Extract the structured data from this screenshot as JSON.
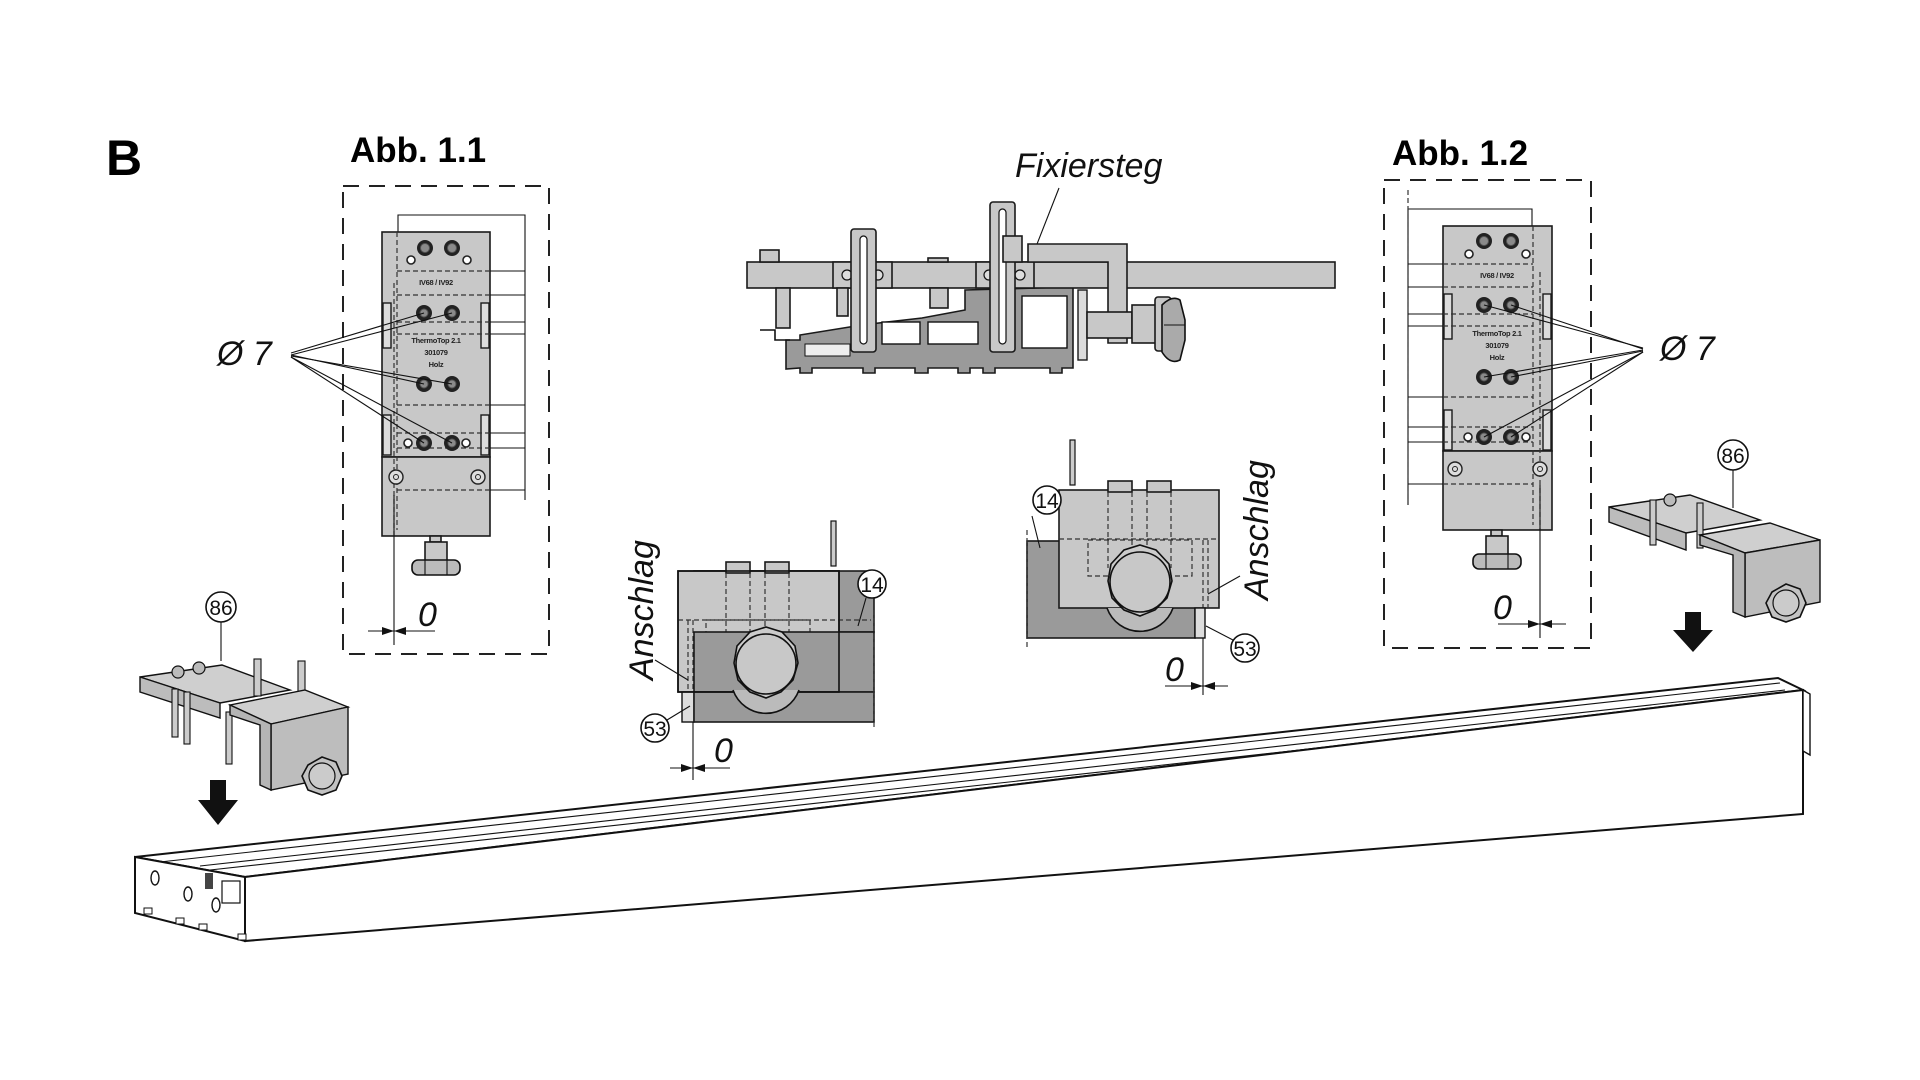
{
  "section": {
    "letter": "B"
  },
  "figures": {
    "abb_1_1": {
      "title": "Abb. 1.1",
      "diameter_label": "Ø 7",
      "dimension_label": "0",
      "plate": {
        "line1": "IV68 / IV92",
        "line2": "ThermoTop 2.1",
        "line3": "301079",
        "line4": "Holz"
      }
    },
    "abb_1_2": {
      "title": "Abb. 1.2",
      "diameter_label": "Ø 7",
      "dimension_label": "0",
      "plate": {
        "line1": "IV68 / IV92",
        "line2": "ThermoTop 2.1",
        "line3": "301079",
        "line4": "Holz"
      }
    },
    "cross_section": {
      "callout": "Fixiersteg"
    },
    "detail_left": {
      "stop_label": "Anschlag",
      "part_a": "14",
      "part_b": "53",
      "dimension_label": "0"
    },
    "detail_right": {
      "stop_label": "Anschlag",
      "part_a": "14",
      "part_b": "53",
      "dimension_label": "0"
    },
    "device_left": {
      "part": "86",
      "arrow": "down-arrow-icon"
    },
    "device_right": {
      "part": "86",
      "arrow": "down-arrow-icon"
    }
  },
  "colors": {
    "metal": "#c8c8c8",
    "metal_dark": "#9a9a9a",
    "line": "#111111",
    "background": "#ffffff"
  }
}
